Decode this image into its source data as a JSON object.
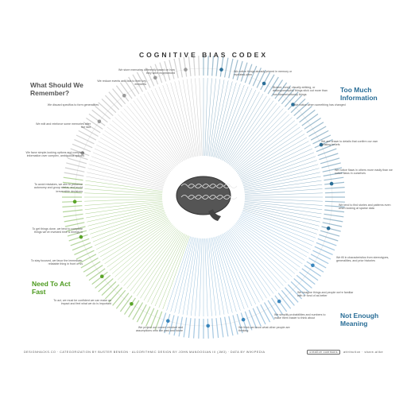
{
  "title": "COGNITIVE BIAS CODEX",
  "quadrants": {
    "top_left": "What Should We Remember?",
    "top_right": "Too Much Information",
    "bottom_left": "Need To Act Fast",
    "bottom_right": "Not Enough Meaning"
  },
  "notes_right": [
    "We notice things already primed in memory or repeated often",
    "Bizarre, funny, visually-striking, or anthropomorphic things stick out more than non-bizarre/unfunny things",
    "We notice when something has changed",
    "We are drawn to details that confirm our own existing beliefs",
    "We notice flaws in others more easily than we notice flaws in ourselves",
    "We tend to find stories and patterns even when looking at sparse data",
    "We fill in characteristics from stereotypes, generalities, and prior histories",
    "We imagine things and people we're familiar with or fond of as better",
    "We simplify probabilities and numbers to make them easier to think about",
    "We think we know what other people are thinking"
  ],
  "notes_left": [
    "We store memories differently based on how they were experienced",
    "We reduce events and lists to their key elements",
    "We discard specifics to form generalities",
    "We edit and reinforce some memories after the fact",
    "We favor simple-looking options and complete information over complex, ambiguous options",
    "To avoid mistakes, we aim to preserve autonomy and group status, and avoid irreversible decisions",
    "To get things done, we tend to complete things we've invested time & energy in",
    "To stay focused, we favor the immediate, relatable thing in front of us",
    "To act, we must be confident we can make an impact and feel what we do is important",
    "We project our current mindset and assumptions onto the past and future"
  ],
  "footer": {
    "credit": "DESIGNHACKS.CO · CATEGORIZATION BY BUSTER BENSON · ALGORITHMIC DESIGN BY JOHN MANOOGIAN III (JM3) · DATA BY WIKIPEDIA",
    "license_label": "creative commons",
    "license_terms": "attribution · share-alike"
  },
  "colors": {
    "remember": "#9a9a9a",
    "too_much_information": "#2a6e97",
    "act_fast": "#5aa427",
    "not_enough_meaning": "#3a86bd",
    "brain": "#555555"
  },
  "icons": [
    "brain-icon",
    "creative-commons-icon"
  ]
}
